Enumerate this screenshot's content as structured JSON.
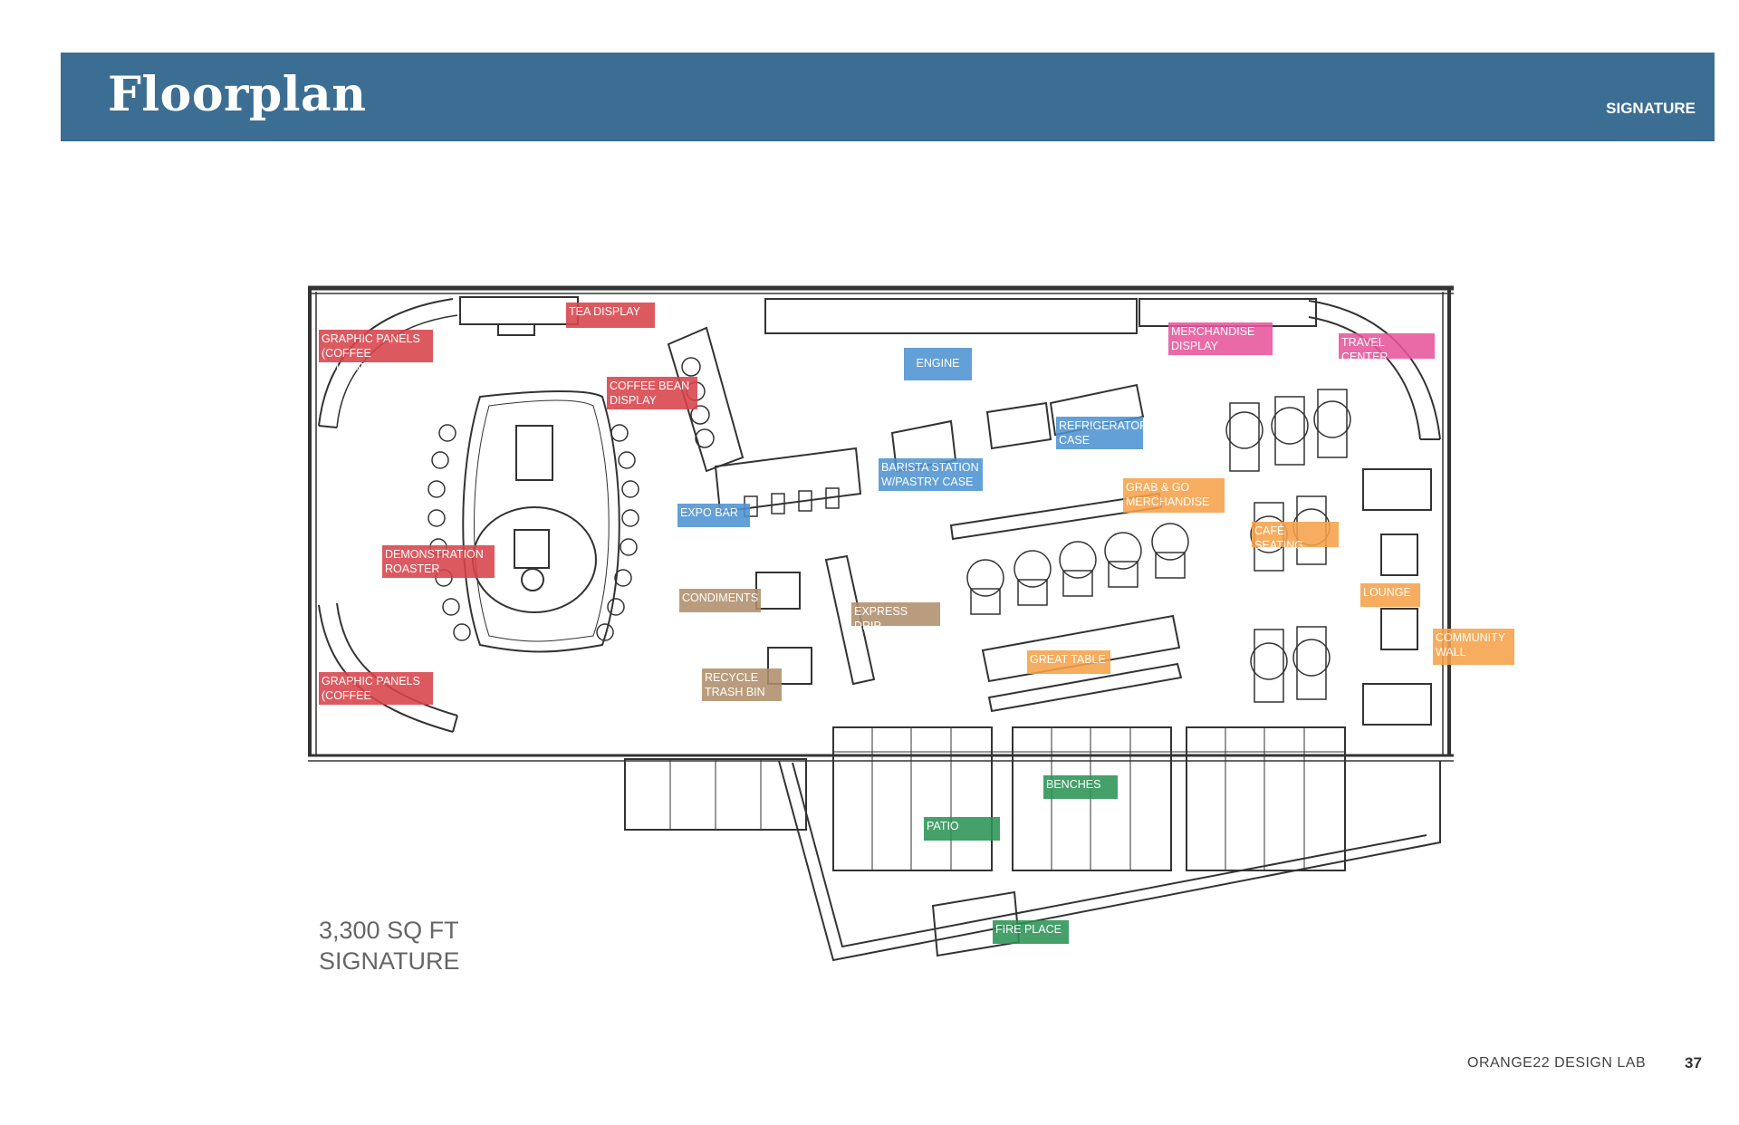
{
  "header": {
    "title": "Floorplan",
    "tag": "SIGNATURE",
    "bg_color": "#3c6e93"
  },
  "labels": {
    "tea_display": "TEA DISPLAY",
    "graphic_panels_top": "GRAPHIC PANELS\n(COFFEE JOURNEY)",
    "coffee_bean_display": "COFFEE BEAN\nDISPLAY",
    "engine": "ENGINE",
    "merchandise_display": "MERCHANDISE\nDISPLAY",
    "travel_center": "TRAVEL CENTER",
    "refrigerator_case": "REFRIGERATOR\nCASE",
    "barista_station": "BARISTA STATION\nW/PASTRY CASE",
    "grab_and_go": "GRAB & GO\nMERCHANDISE",
    "expo_bar": "EXPO BAR",
    "cafe_seating": "CAFÉ SEATING",
    "demonstration_roaster": "DEMONSTRATION\nROASTER",
    "condiments": "CONDIMENTS",
    "express_drip": "EXPRESS DRIP",
    "lounge": "LOUNGE",
    "community_wall": "COMMUNITY\nWALL",
    "great_table": "GREAT TABLE",
    "graphic_panels_bottom": "GRAPHIC PANELS\n(COFFEE JOURNEY)",
    "recycle_trash_bin": "RECYCLE\nTRASH BIN",
    "benches": "BENCHES",
    "patio": "PATIO",
    "fire_place": "FIRE PLACE"
  },
  "area_text": "3,300 SQ FT\nSIGNATURE",
  "footer": {
    "brand": "ORANGE22 DESIGN LAB",
    "page_number": "37"
  },
  "colors": {
    "red": "#d9434b",
    "blue": "#4e93d2",
    "orange": "#f7a24a",
    "pink": "#e8559b",
    "brown": "#b08f6c",
    "green": "#2c9455"
  }
}
